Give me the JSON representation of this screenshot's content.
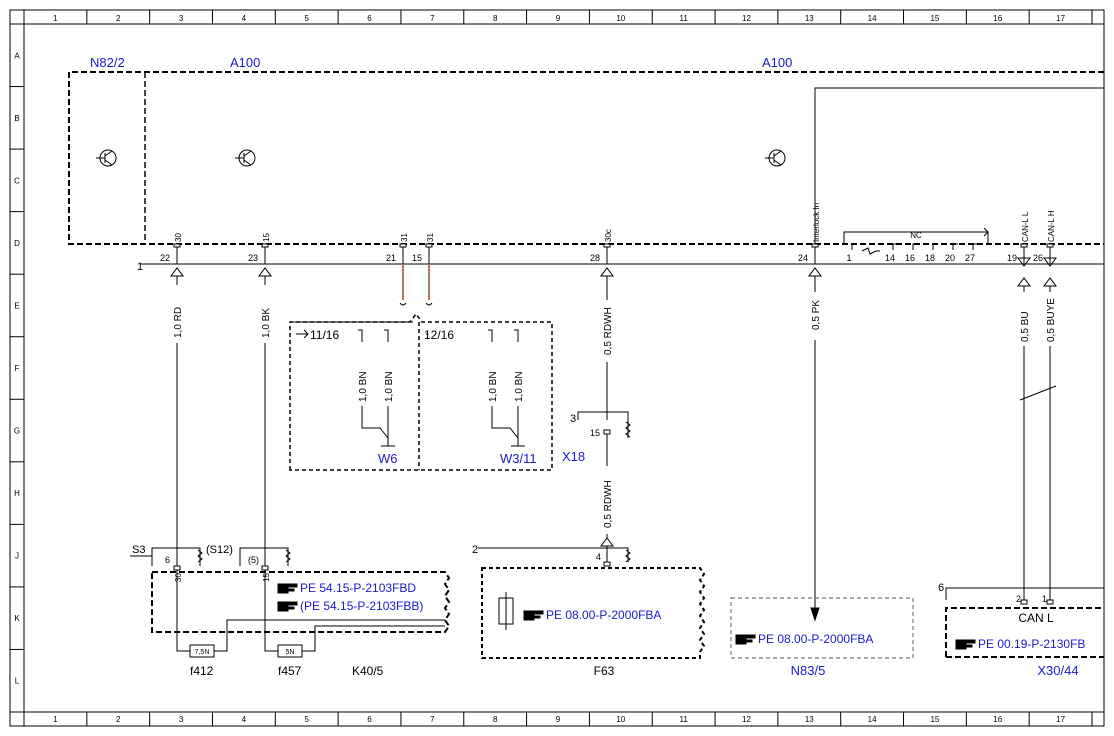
{
  "grid": {
    "cols": [
      "1",
      "2",
      "3",
      "4",
      "5",
      "6",
      "7",
      "8",
      "9",
      "10",
      "11",
      "12",
      "13",
      "14",
      "15",
      "16",
      "17"
    ],
    "rows": [
      "A",
      "B",
      "C",
      "D",
      "E",
      "F",
      "G",
      "H",
      "J",
      "K",
      "L"
    ]
  },
  "components": {
    "n82_2": "N82/2",
    "a100_left": "A100",
    "a100_right": "A100",
    "w6": "W6",
    "w3_11": "W3/11",
    "x18": "X18",
    "f412": "f412",
    "f457": "f457",
    "k40_5": "K40/5",
    "f63": "F63",
    "n83_5": "N83/5",
    "x30_44": "X30/44",
    "s3": "S3",
    "s12": "(S12)"
  },
  "connector_label": "1",
  "pins_top": [
    {
      "id": "22",
      "sig": "30"
    },
    {
      "id": "23",
      "sig": "15"
    },
    {
      "id": "21",
      "sig": "31"
    },
    {
      "id": "15",
      "sig": "31"
    },
    {
      "id": "28",
      "sig": "30c"
    },
    {
      "id": "24",
      "sig": "Interlock In"
    },
    {
      "id": "19",
      "sig": "CAN-L L"
    },
    {
      "id": "26",
      "sig": "CAN-L H"
    }
  ],
  "nc": {
    "label": "NC",
    "pins": [
      "1",
      "14",
      "16",
      "18",
      "20",
      "27"
    ]
  },
  "wires": [
    "1,0 RD",
    "1,0 BK",
    "0,5 RDWH",
    "0,5 RDWH",
    "0,5 PK",
    "0,5 BU",
    "0,5 BUYE"
  ],
  "harness": {
    "a_label": "11/16",
    "b_label": "12/16",
    "wires": [
      "1,0 BN",
      "1,0 BN",
      "1,0 BN",
      "1,0 BN"
    ]
  },
  "x18": {
    "num": "3",
    "pin": "15"
  },
  "s3": {
    "pin1": "6",
    "pin2": "(5)",
    "sig1": "30",
    "sig2": "15"
  },
  "refs": [
    "PE 54.15-P-2103FBD",
    "(PE 54.15-P-2103FBB)",
    "PE 08.00-P-2000FBA",
    "PE 08.00-P-2000FBA",
    "PE 00.19-P-2130FB"
  ],
  "fuses": [
    "7,5N",
    "5N"
  ],
  "f63": {
    "num": "2",
    "pin": "4"
  },
  "x30": {
    "num": "6",
    "bus": "CAN L",
    "pin1": "2",
    "pin2": "1"
  },
  "colors": {
    "line": "#000000",
    "label": "#1a1acc",
    "harness": "#b07a5a"
  }
}
